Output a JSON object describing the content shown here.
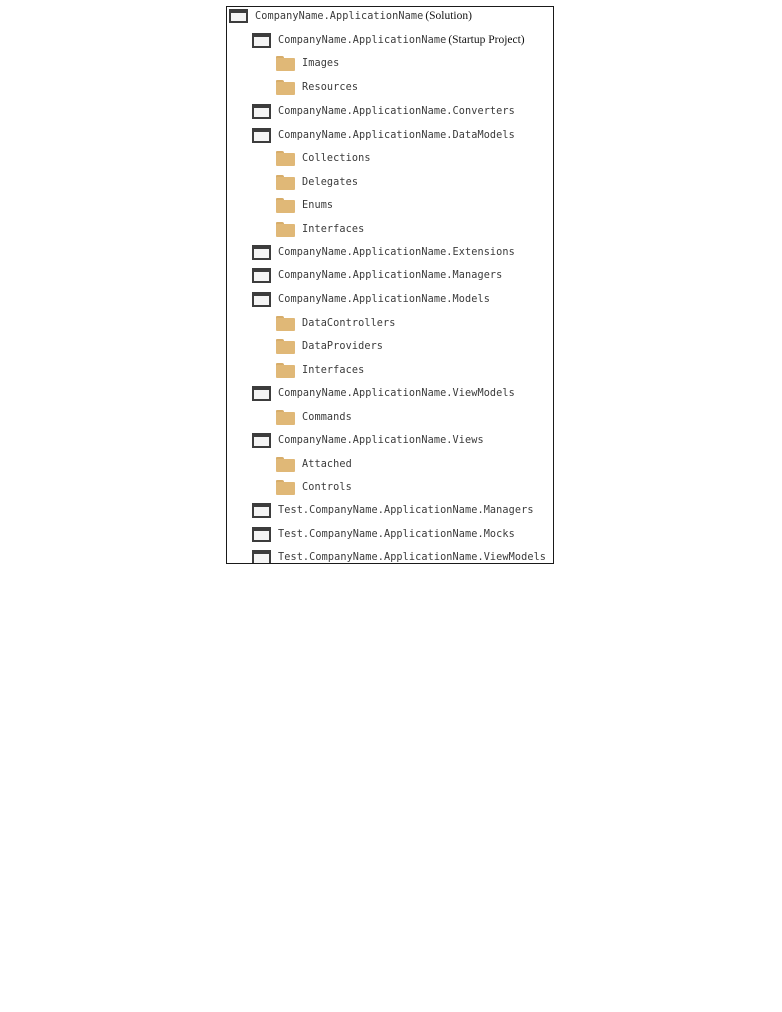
{
  "solution_explorer": {
    "nodes": [
      {
        "name": "CompanyName.ApplicationName",
        "suffix": "(Solution)",
        "type": "solution"
      },
      {
        "name": "CompanyName.ApplicationName",
        "suffix": "(Startup Project)",
        "type": "project"
      },
      {
        "name": "Images",
        "type": "folder"
      },
      {
        "name": "Resources",
        "type": "folder"
      },
      {
        "name": "CompanyName.ApplicationName.Converters",
        "type": "project"
      },
      {
        "name": "CompanyName.ApplicationName.DataModels",
        "type": "project"
      },
      {
        "name": "Collections",
        "type": "folder"
      },
      {
        "name": "Delegates",
        "type": "folder"
      },
      {
        "name": "Enums",
        "type": "folder"
      },
      {
        "name": "Interfaces",
        "type": "folder"
      },
      {
        "name": "CompanyName.ApplicationName.Extensions",
        "type": "project"
      },
      {
        "name": "CompanyName.ApplicationName.Managers",
        "type": "project"
      },
      {
        "name": "CompanyName.ApplicationName.Models",
        "type": "project"
      },
      {
        "name": "DataControllers",
        "type": "folder"
      },
      {
        "name": "DataProviders",
        "type": "folder"
      },
      {
        "name": "Interfaces",
        "type": "folder"
      },
      {
        "name": "CompanyName.ApplicationName.ViewModels",
        "type": "project"
      },
      {
        "name": "Commands",
        "type": "folder"
      },
      {
        "name": "CompanyName.ApplicationName.Views",
        "type": "project"
      },
      {
        "name": "Attached",
        "type": "folder"
      },
      {
        "name": "Controls",
        "type": "folder"
      },
      {
        "name": "Test.CompanyName.ApplicationName.Managers",
        "type": "project"
      },
      {
        "name": "Test.CompanyName.ApplicationName.Mocks",
        "type": "project"
      },
      {
        "name": "Test.CompanyName.ApplicationName.ViewModels",
        "type": "project"
      }
    ],
    "icons": {
      "solution": "solution-window-icon",
      "project": "project-window-icon",
      "folder": "folder-icon"
    },
    "colors": {
      "folder": "#e0b877",
      "icon_frame": "#3c3c3c",
      "border": "#1a1a1a"
    }
  }
}
